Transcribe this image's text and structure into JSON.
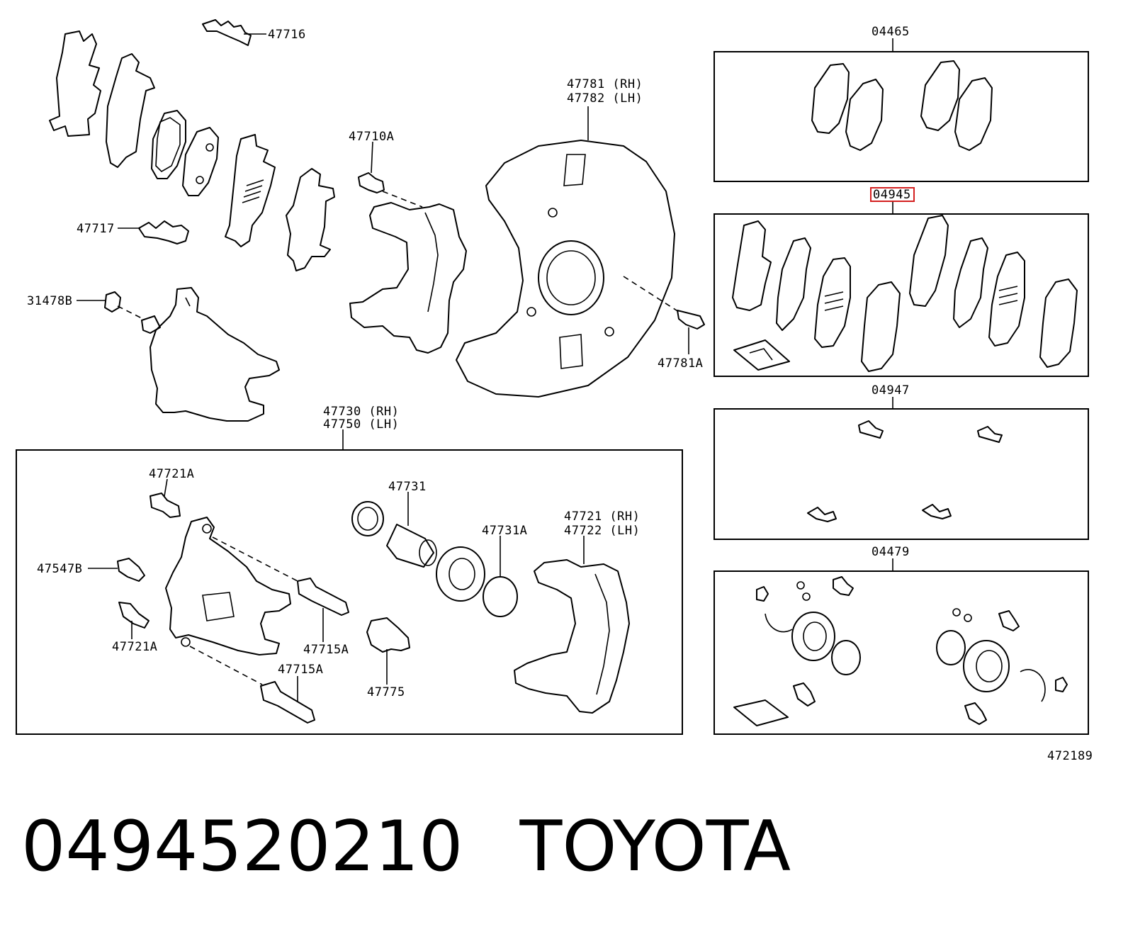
{
  "callouts": {
    "c47716": "47716",
    "c47781": "47781 (RH)",
    "c47782": "47782 (LH)",
    "c47710A": "47710A",
    "c47717": "47717",
    "c31478B": "31478B",
    "c47781A": "47781A",
    "c47730": "47730 (RH)",
    "c47750": "47750 (LH)",
    "c47721A_top": "47721A",
    "c47731": "47731",
    "c47731A": "47731A",
    "c47721": "47721 (RH)",
    "c47722": "47722 (LH)",
    "c47547B": "47547B",
    "c47721A_bottom": "47721A",
    "c47715A_right": "47715A",
    "c47715A_bottom": "47715A",
    "c47775": "47775",
    "c04465": "04465",
    "c04945": "04945",
    "c04947": "04947",
    "c04479": "04479"
  },
  "diagram_number": "472189",
  "caption": {
    "part_number": "0494520210",
    "brand": "TOYOTA"
  },
  "colors": {
    "line": "#000000",
    "highlight": "#d42020",
    "background": "#ffffff"
  }
}
